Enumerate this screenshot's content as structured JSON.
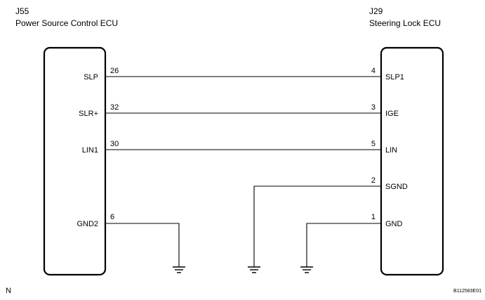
{
  "left_ecu": {
    "code": "J55",
    "name": "Power Source Control ECU"
  },
  "right_ecu": {
    "code": "J29",
    "name": "Steering Lock ECU"
  },
  "left_pins": [
    {
      "label": "SLP",
      "pin": "26"
    },
    {
      "label": "SLR+",
      "pin": "32"
    },
    {
      "label": "LIN1",
      "pin": "30"
    },
    {
      "label": "GND2",
      "pin": "6"
    }
  ],
  "right_pins": [
    {
      "label": "SLP1",
      "pin": "4"
    },
    {
      "label": "IGE",
      "pin": "3"
    },
    {
      "label": "LIN",
      "pin": "5"
    },
    {
      "label": "SGND",
      "pin": "2"
    },
    {
      "label": "GND",
      "pin": "1"
    }
  ],
  "corner_left": "N",
  "corner_right": "B112583E01"
}
